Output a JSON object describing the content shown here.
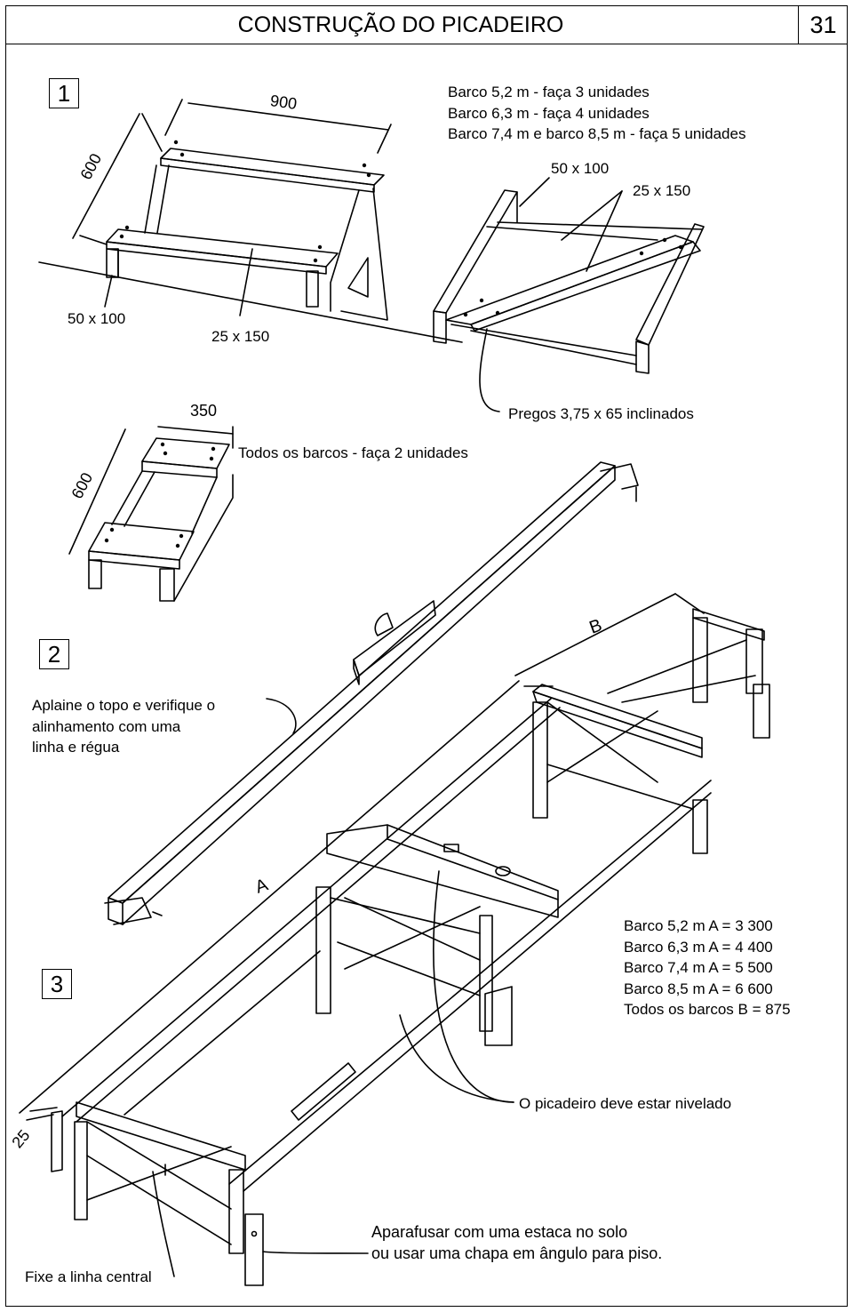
{
  "header": {
    "title": "CONSTRUÇÃO DO PICADEIRO",
    "page_number": "31"
  },
  "step1": {
    "number": "1",
    "dim_width": "900",
    "dim_height": "600",
    "quantities": [
      "Barco 5,2 m  -  faça 3 unidades",
      "Barco 6,3 m  - faça  4 unidades",
      "Barco 7,4 m e barco 8,5 m - faça 5 unidades"
    ],
    "label_50x100_right": "50 x 100",
    "label_25x150_right": "25 x 150",
    "label_50x100_left": "50 x 100",
    "label_25x150_left": "25 x 150",
    "dim_small_width": "350",
    "dim_small_height": "600",
    "nails_note": "Pregos 3,75 x 65  inclinados",
    "all_boats_note": "Todos os barcos - faça 2 unidades"
  },
  "step2": {
    "number": "2",
    "note": [
      "Aplaine o topo  e verifique o",
      "alinhamento com uma",
      "linha e régua"
    ],
    "label_b": "B",
    "label_a": "A"
  },
  "step3": {
    "number": "3",
    "lengths": [
      "Barco 5,2 m  A = 3 300",
      "Barco 6,3 m  A = 4 400",
      "Barco 7,4 m  A = 5 500",
      "Barco 8,5 m  A = 6 600",
      "Todos os barcos  B = 875"
    ],
    "level_note": "O picadeiro deve estar nivelado",
    "dim_25": "25",
    "anchor_note": [
      "Aparafusar com uma estaca no solo",
      "ou usar uma chapa em ângulo para piso."
    ],
    "center_line_note": "Fixe a linha central"
  }
}
